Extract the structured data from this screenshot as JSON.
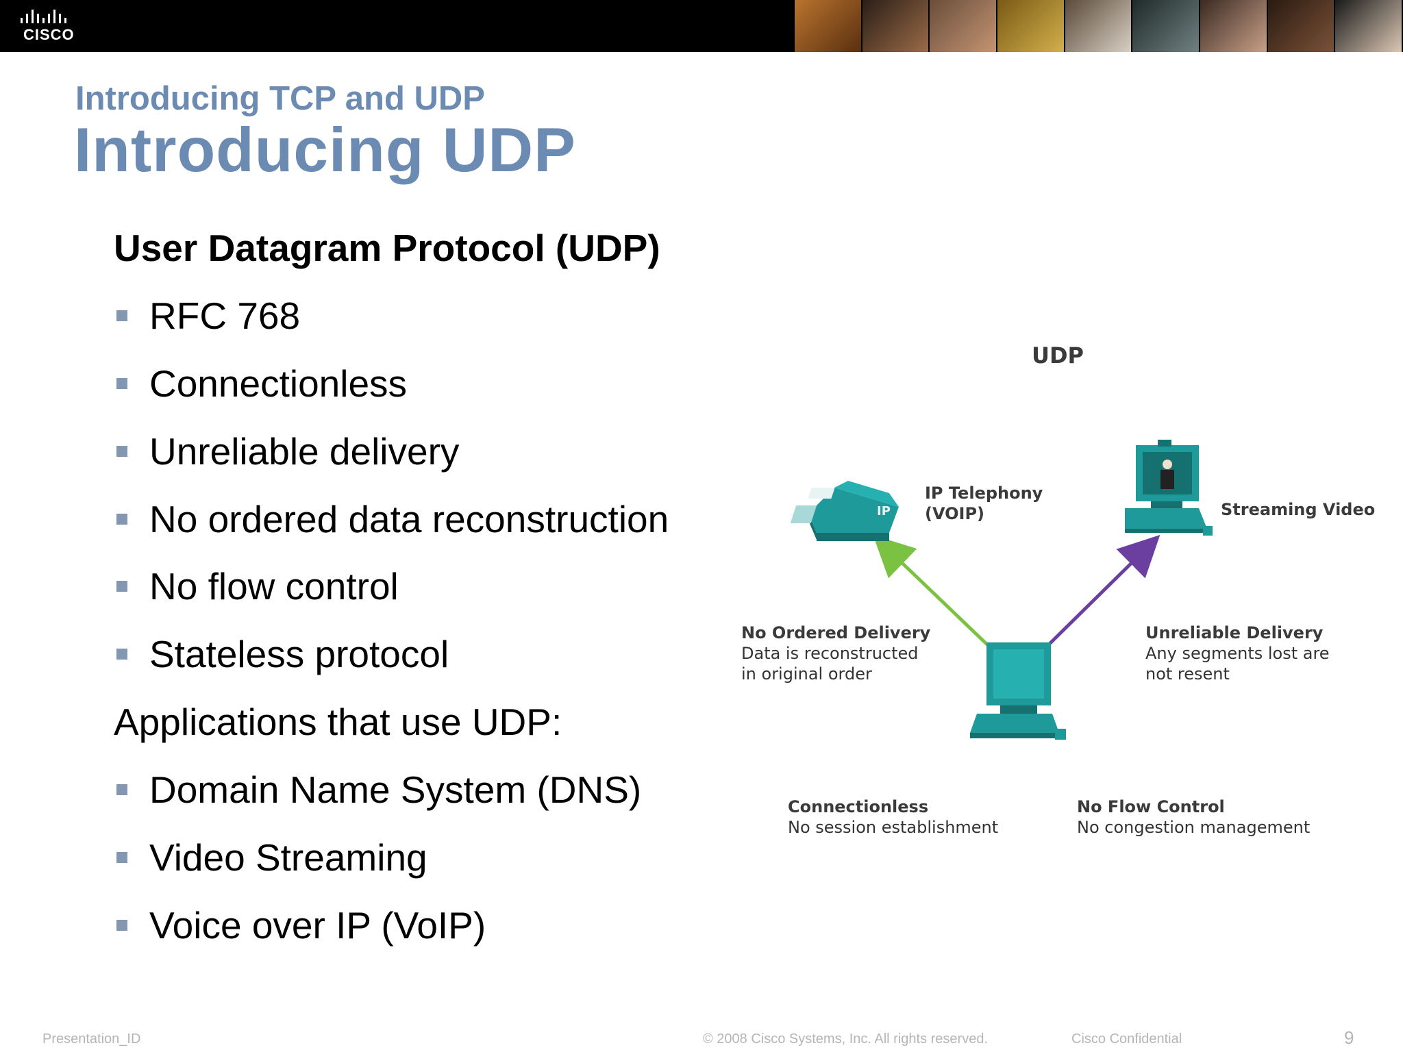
{
  "header": {
    "logo_text": "CISCO"
  },
  "slide": {
    "subtitle": "Introducing TCP and UDP",
    "title": "Introducing UDP"
  },
  "content": {
    "heading": "User Datagram Protocol (UDP)",
    "features": [
      "RFC 768",
      "Connectionless",
      "Unreliable delivery",
      "No ordered data reconstruction",
      "No flow control",
      "Stateless protocol"
    ],
    "apps_heading": "Applications that use UDP:",
    "apps": [
      "Domain Name System (DNS)",
      "Video Streaming",
      "Voice over IP (VoIP)"
    ]
  },
  "diagram": {
    "title": "UDP",
    "phone_label_1": "IP Telephony",
    "phone_label_2": "(VOIP)",
    "phone_badge": "IP",
    "video_label": "Streaming Video",
    "left_title": "No Ordered Delivery",
    "left_line_1": "Data is reconstructed",
    "left_line_2": "in original order",
    "right_title": "Unreliable Delivery",
    "right_line_1": "Any segments lost are",
    "right_line_2": "not resent",
    "bottom_left_title": "Connectionless",
    "bottom_left_line": "No session establishment",
    "bottom_right_title": "No Flow Control",
    "bottom_right_line": "No congestion management",
    "colors": {
      "device": "#1f9a9a",
      "device_dark": "#157070",
      "arrow_left": "#7cc242",
      "arrow_right": "#6a3fa0"
    }
  },
  "footer": {
    "left": "Presentation_ID",
    "copyright": "© 2008 Cisco Systems, Inc. All rights reserved.",
    "confidential": "Cisco Confidential",
    "page_number": "9"
  }
}
